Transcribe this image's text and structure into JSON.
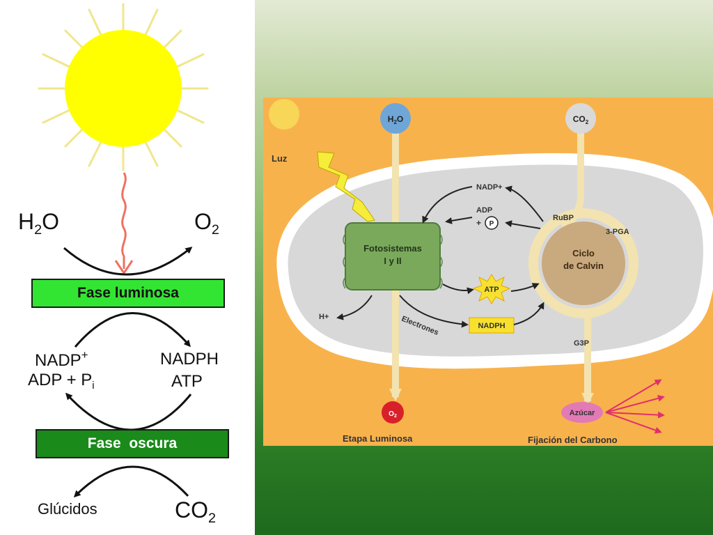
{
  "left": {
    "h2o": {
      "main": "H",
      "sub": "2",
      "tail": "O"
    },
    "o2": {
      "main": "O",
      "sub": "2"
    },
    "fase_luminosa": "Fase luminosa",
    "nadp": {
      "main": "NADP",
      "sup": "+"
    },
    "adp_pi": {
      "main": "ADP + P",
      "sub": "i"
    },
    "nadph": "NADPH",
    "atp": "ATP",
    "fase_oscura": "Fase  oscura",
    "glucidos": "Glúcidos",
    "co2": {
      "main": "CO",
      "sub": "2"
    }
  },
  "right": {
    "h2o": {
      "main": "H",
      "sub": "2",
      "tail": "O"
    },
    "co2": {
      "main": "CO",
      "sub": "2"
    },
    "luz": "Luz",
    "nadp_plus": "NADP+",
    "adp": "ADP",
    "plus_p": "+",
    "p_circle": "P",
    "rubp": "RuBP",
    "pga": "3-PGA",
    "fotosistemas_1": "Fotosistemas",
    "fotosistemas_2": "I y II",
    "ciclo_1": "Ciclo",
    "ciclo_2": "de Calvin",
    "atp": "ATP",
    "nadph": "NADPH",
    "h_plus": "H+",
    "electrones": "Electrones",
    "g3p": "G3P",
    "o2": {
      "main": "O",
      "sub": "2"
    },
    "azucar": "Azúcar",
    "etapa_luminosa": "Etapa Luminosa",
    "fijacion": "Fijación del Carbono"
  },
  "colors": {
    "sun": "#ffff00",
    "sun_rays": "#f0e68c",
    "fase_luminosa_bar": "#33e533",
    "fase_oscura_bar": "#1a8a1a",
    "panel_background_top": "#dfe8cf",
    "panel_background_bottom": "#1e6b1e",
    "inset_background": "#f8b24c",
    "chloroplast": "#d9d9d9",
    "photosystem": "#7aa95c",
    "calvin_cycle": "#c9a97e"
  }
}
